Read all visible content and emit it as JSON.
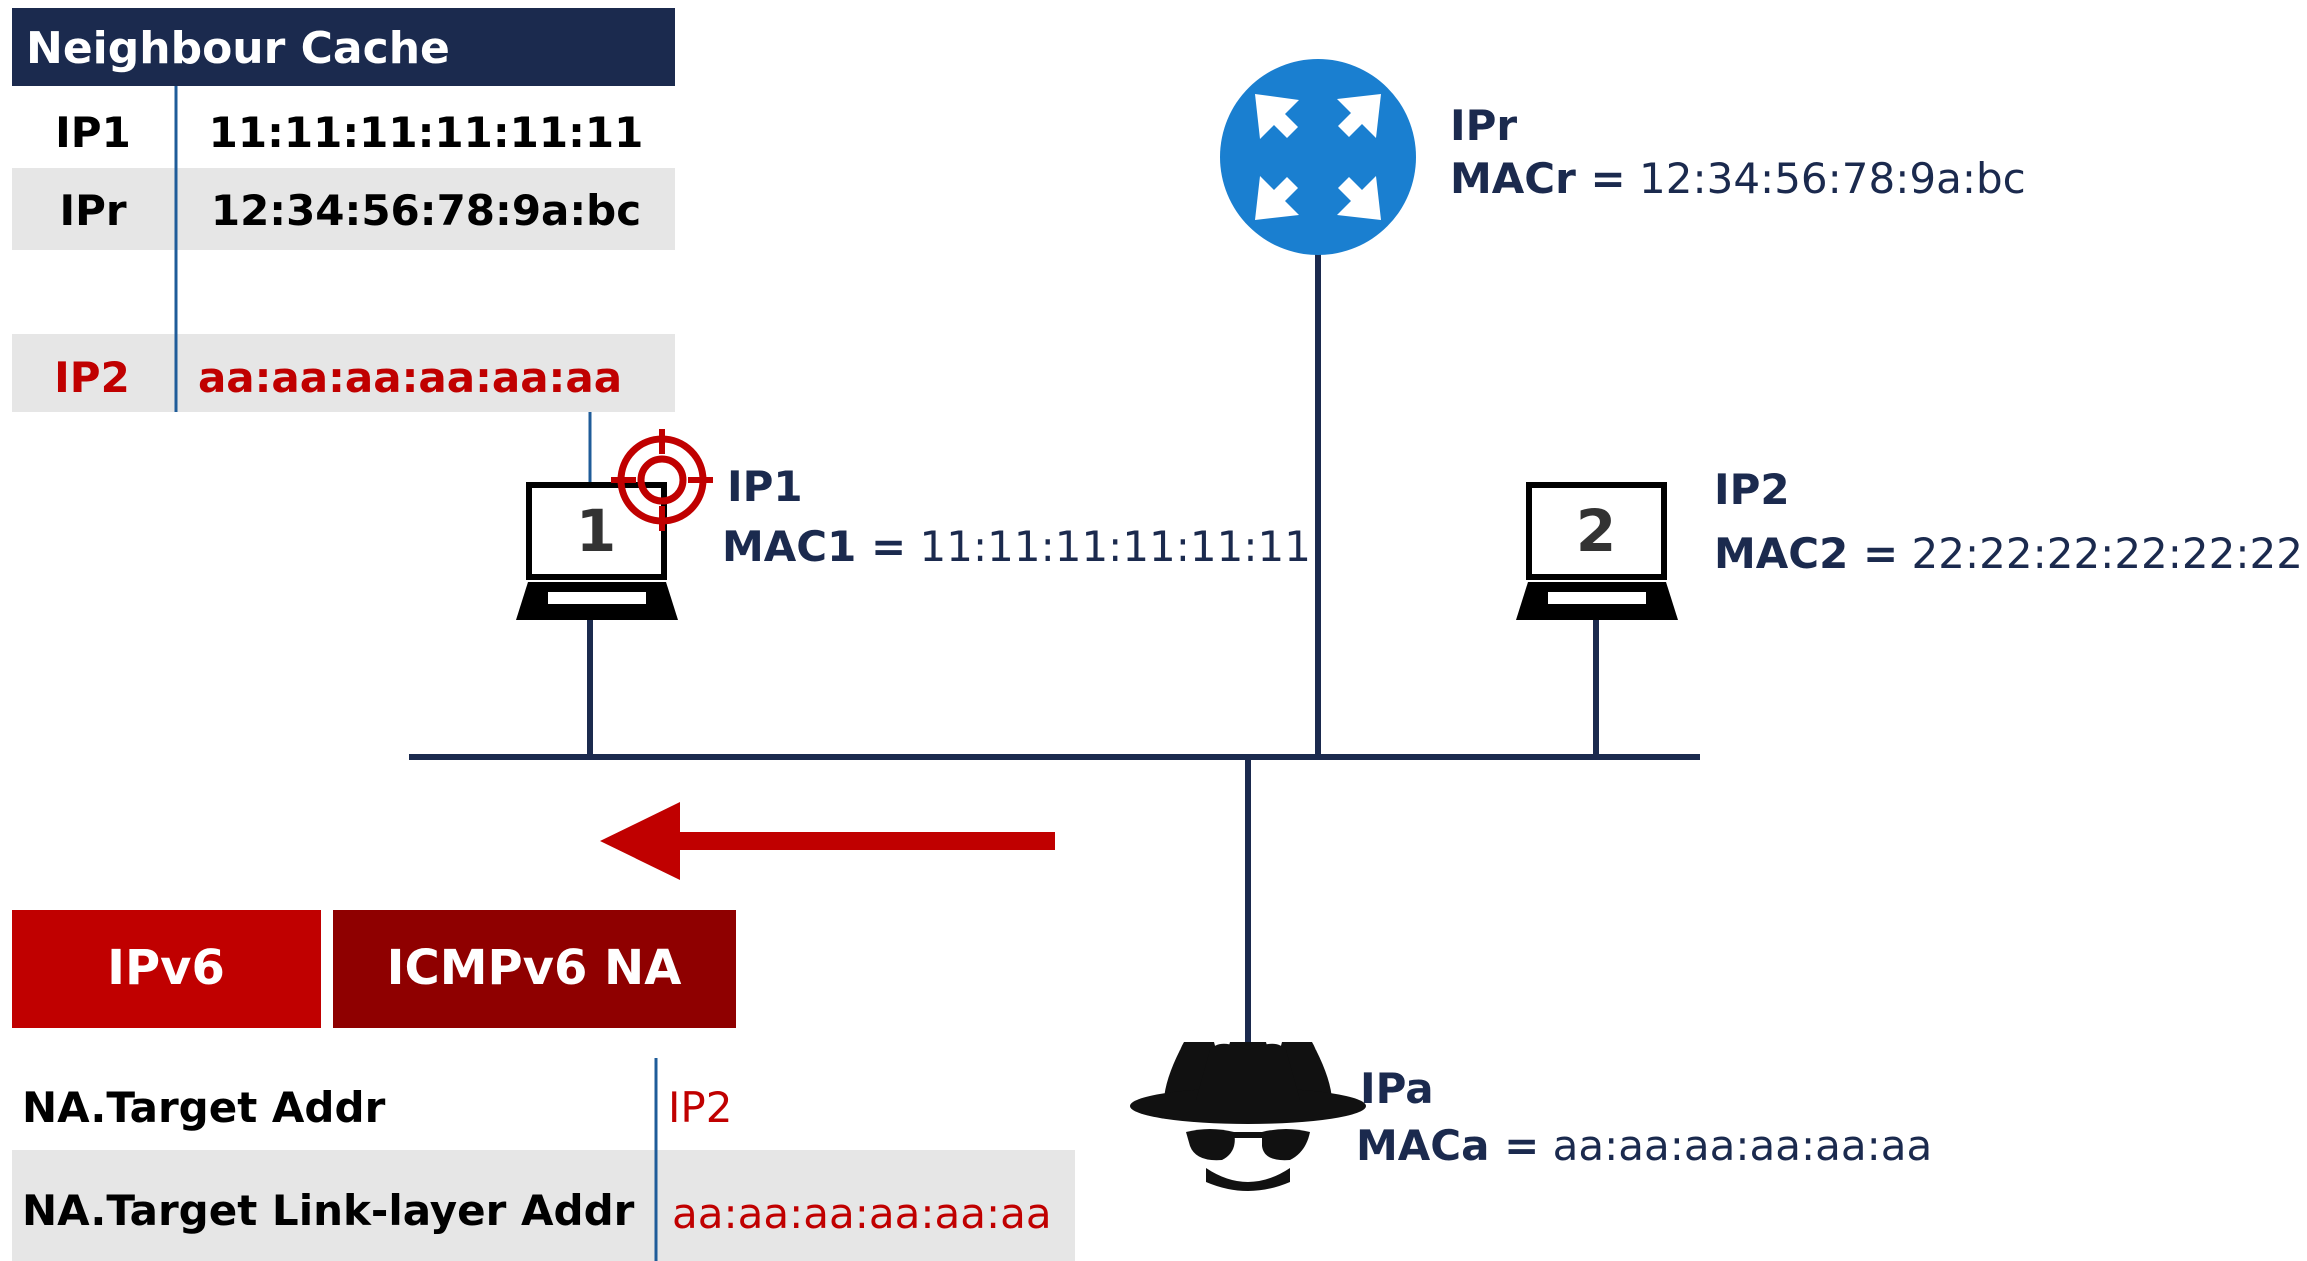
{
  "colors": {
    "navy": "#1b2a4e",
    "red": "#c00000",
    "dark_red": "#8f0000",
    "row_gray": "#e6e6e6",
    "divider_blue": "#1f5c99",
    "router_blue": "#1a7fd0"
  },
  "icons": {
    "router": "router-icon",
    "laptop1": "laptop-icon",
    "laptop2": "laptop-icon",
    "attacker": "spy-hat-icon",
    "target": "crosshair-target-icon",
    "arrow": "arrow-left-icon"
  },
  "cache": {
    "title": "Neighbour Cache",
    "rows": [
      {
        "ip": "IP1",
        "mac": "11:11:11:11:11:11"
      },
      {
        "ip": "IPr",
        "mac": "12:34:56:78:9a:bc"
      },
      {
        "ip": "",
        "mac": ""
      },
      {
        "ip": "IP2",
        "mac": "aa:aa:aa:aa:aa:aa"
      }
    ]
  },
  "router": {
    "ip": "IPr",
    "mac_label": "MACr =",
    "mac": "12:34:56:78:9a:bc"
  },
  "host1": {
    "num": "1",
    "ip": "IP1",
    "mac_label": "MAC1 =",
    "mac": "11:11:11:11:11:11"
  },
  "host2": {
    "num": "2",
    "ip": "IP2",
    "mac_label": "MAC2 =",
    "mac": "22:22:22:22:22:22"
  },
  "attacker": {
    "ip": "IPa",
    "mac_label": "MACa =",
    "mac": "aa:aa:aa:aa:aa:aa"
  },
  "packet": {
    "ipv6": "IPv6",
    "icmp": "ICMPv6 NA",
    "fields": [
      {
        "name": "NA.Target Addr",
        "value": "IP2"
      },
      {
        "name": "NA.Target Link-layer Addr",
        "value": "aa:aa:aa:aa:aa:aa"
      }
    ]
  }
}
